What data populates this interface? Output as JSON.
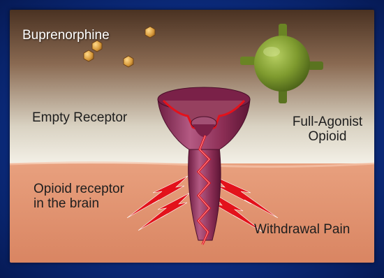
{
  "labels": {
    "buprenorphine": "Buprenorphine",
    "empty_receptor": "Empty Receptor",
    "full_agonist_line1": "Full-Agonist",
    "full_agonist_line2": "Opioid",
    "opioid_receptor_line1": "Opioid receptor",
    "opioid_receptor_line2": "in the brain",
    "withdrawal_pain": "Withdrawal Pain"
  },
  "colors": {
    "frame": "#0c2f86",
    "upper_background_top": "#5a3f2e",
    "upper_background_bottom": "#f2efe6",
    "brain_tissue": "#e59a78",
    "receptor": "#8c2e55",
    "agonist": "#7c9a2d",
    "buprenorphine_molecule": "#d79a3c",
    "pain_lightning": "#e3121b"
  },
  "icons": {
    "buprenorphine": "hexagon-molecule-icon",
    "agonist": "spiked-sphere-icon",
    "receptor": "funnel-receptor-icon",
    "pain": "lightning-bolt-icon"
  }
}
